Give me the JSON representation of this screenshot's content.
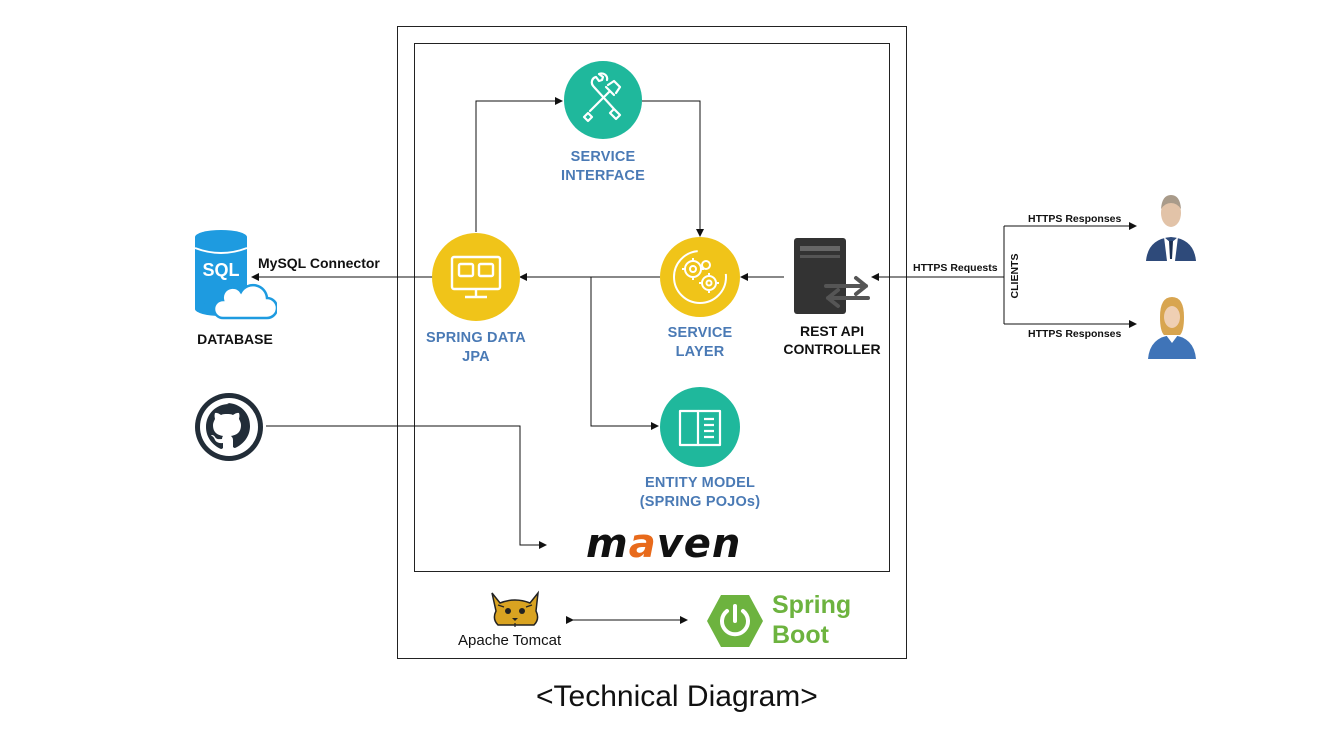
{
  "caption": "<Technical Diagram>",
  "nodes": {
    "service_interface": {
      "line1": "SERVICE",
      "line2": "INTERFACE",
      "icon": "tools-icon"
    },
    "spring_data_jpa": {
      "line1": "SPRING DATA",
      "line2": "JPA",
      "icon": "monitor-icon"
    },
    "service_layer": {
      "line1": "SERVICE",
      "line2": "LAYER",
      "icon": "gears-icon"
    },
    "rest_api_controller": {
      "line1": "REST API",
      "line2": "CONTROLLER",
      "icon": "server-icon"
    },
    "entity_model": {
      "line1": "ENTITY MODEL",
      "line2": "(SPRING POJOs)",
      "icon": "book-icon"
    },
    "database": {
      "label": "DATABASE",
      "icon_text": "SQL",
      "icon": "sql-cloud-icon"
    },
    "github": {
      "icon": "github-icon"
    },
    "maven": {
      "text_pre": "m",
      "text_accent": "a",
      "text_post": "ven"
    },
    "tomcat": {
      "label": "Apache Tomcat",
      "icon": "tomcat-icon"
    },
    "spring_boot": {
      "line1": "Spring",
      "line2": "Boot",
      "icon": "power-icon"
    },
    "clients": {
      "label": "CLIENTS",
      "icons": [
        "male-user-icon",
        "female-user-icon"
      ]
    }
  },
  "edges": {
    "mysql_connector": "MySQL Connector",
    "https_requests": "HTTPS Requests",
    "https_responses_top": "HTTPS Responses",
    "https_responses_bottom": "HTTPS Responses"
  },
  "colors": {
    "teal": "#1fb89c",
    "yellow": "#f0c419",
    "blue_label": "#4a7ab5",
    "db_blue": "#1e9be0",
    "spring_green": "#6db33f",
    "maven_orange": "#e86a1b"
  }
}
